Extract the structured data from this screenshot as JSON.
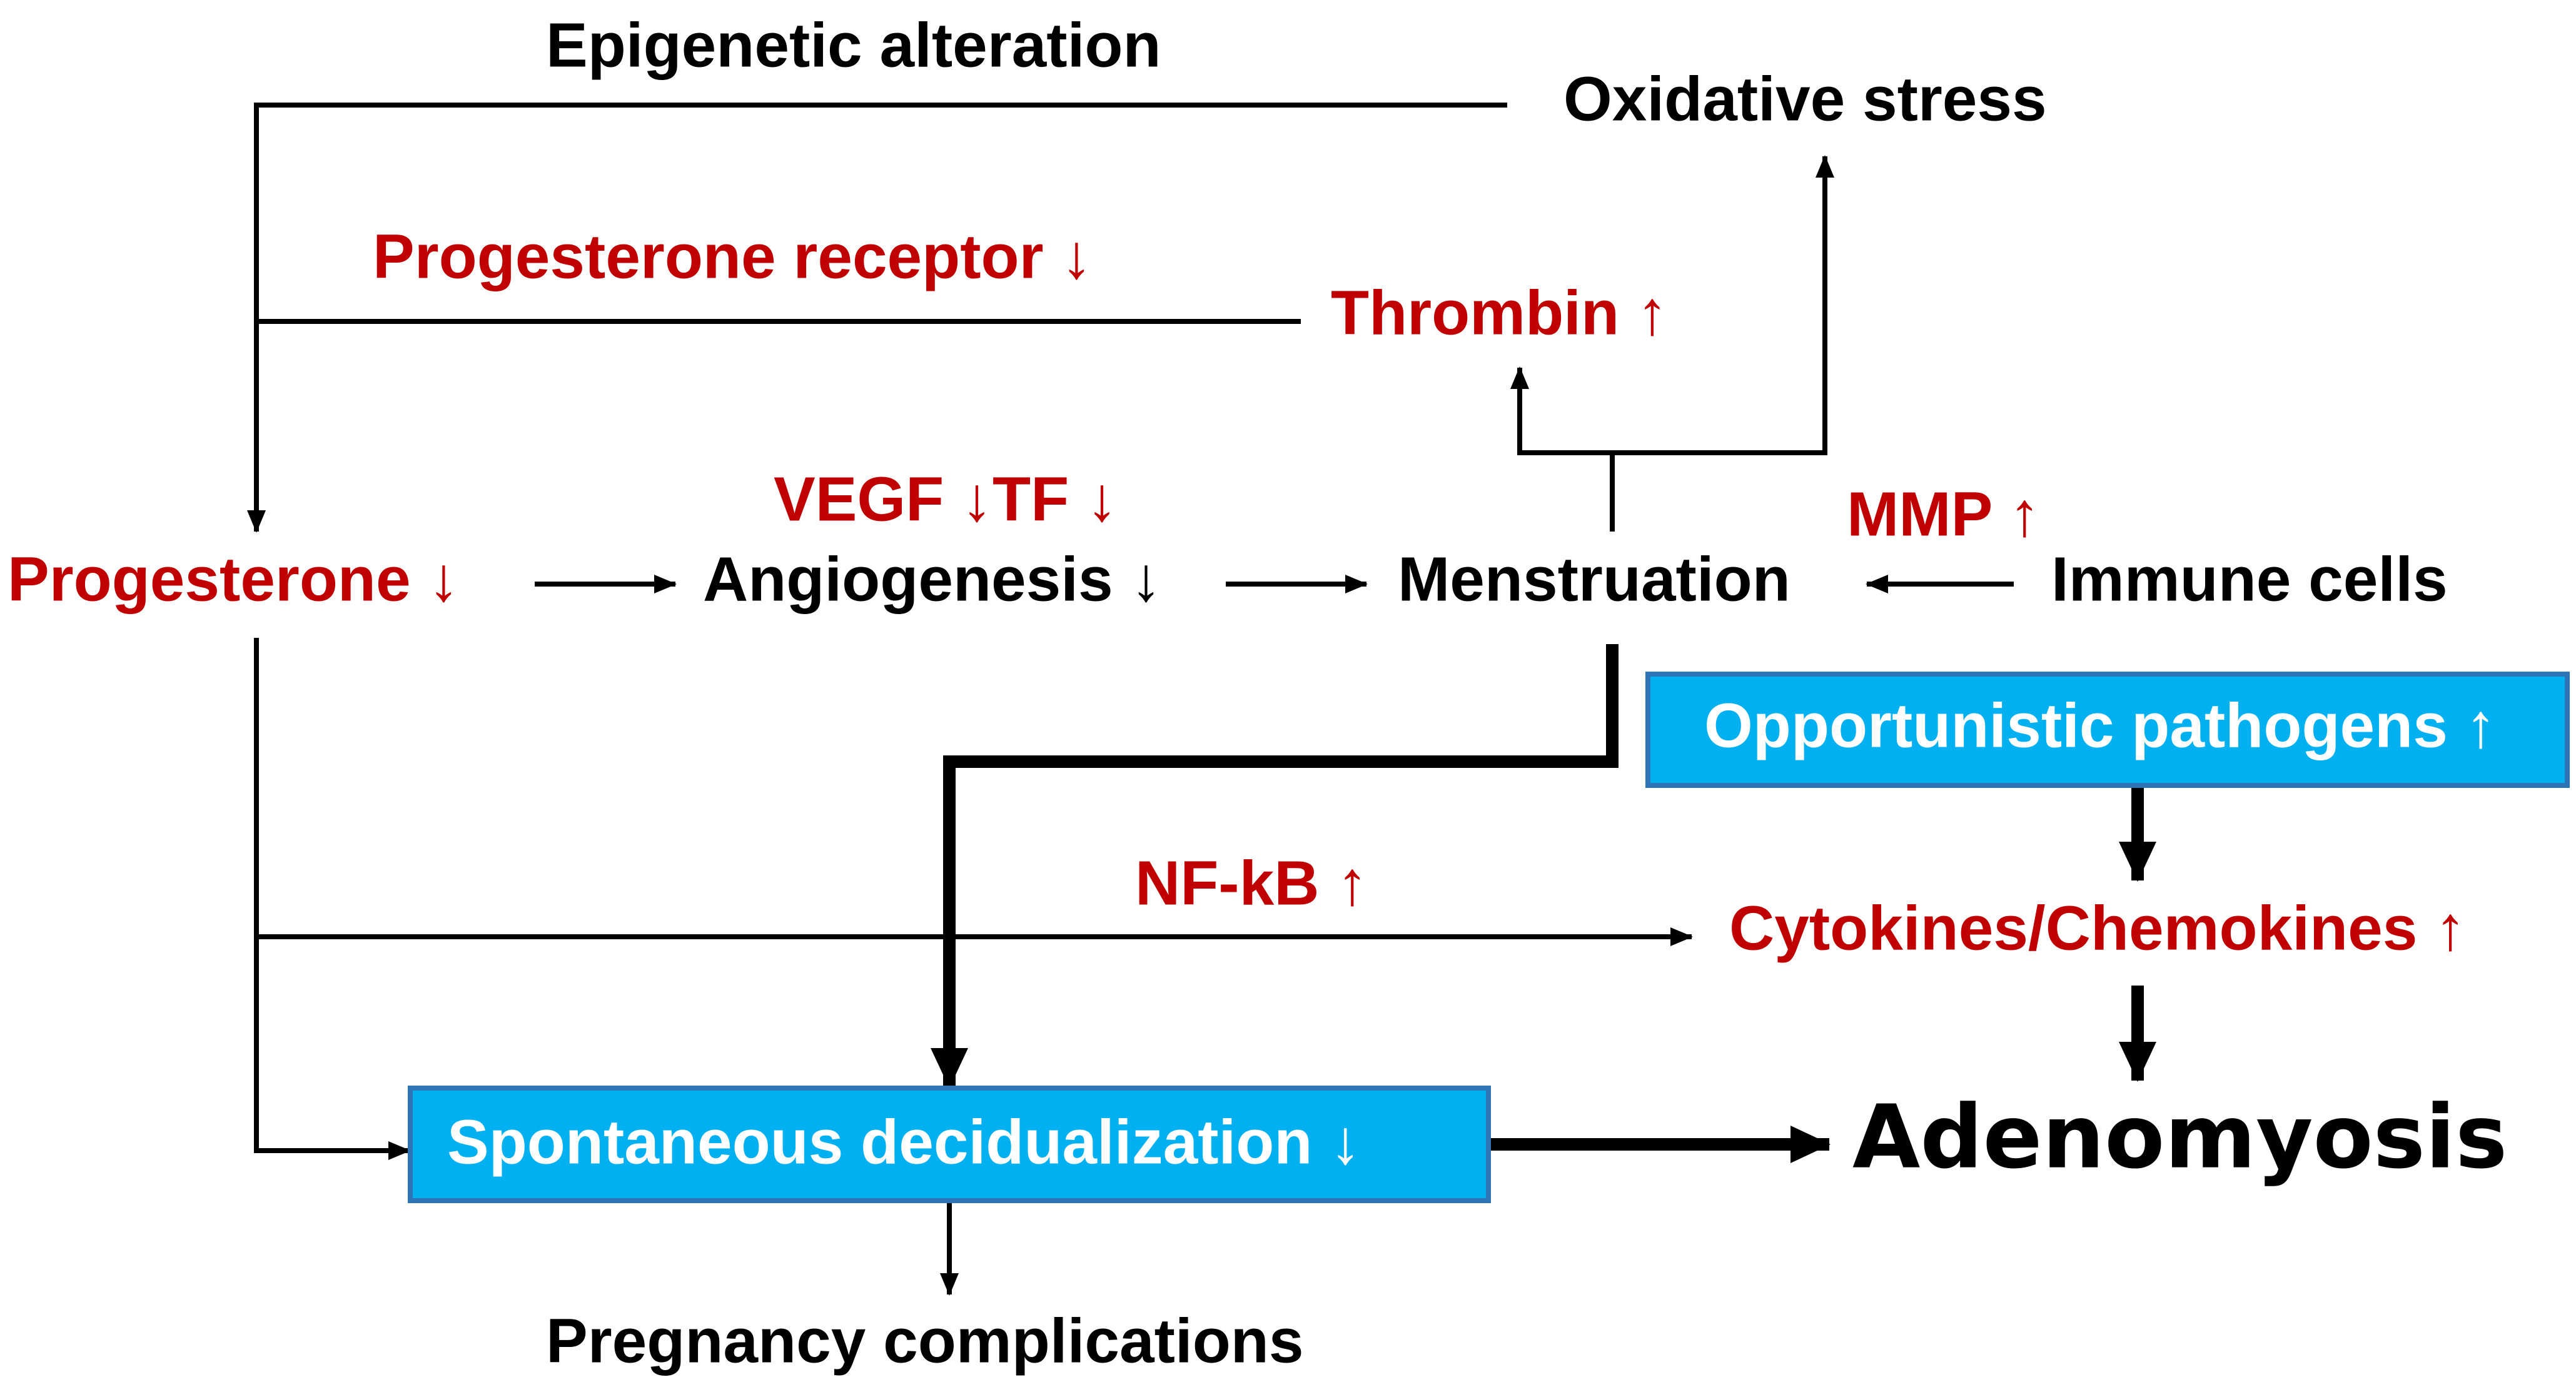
{
  "nodes": {
    "epigenetic": "Epigenetic alteration",
    "oxidative": "Oxidative stress",
    "pr_receptor": "Progesterone receptor ↓",
    "thrombin": "Thrombin ↑",
    "vegf_tf": "VEGF ↓TF ↓",
    "mmp": "MMP ↑",
    "progesterone": "Progesterone ↓",
    "angiogenesis": "Angiogenesis ↓",
    "menstruation": "Menstruation",
    "immune": "Immune cells",
    "pathogens": "Opportunistic pathogens ↑",
    "nfkb": "NF-kB ↑",
    "cytokines": "Cytokines/Chemokines ↑",
    "decidualization": "Spontaneous decidualization ↓",
    "adenomyosis": "Adenomyosis",
    "pregnancy": "Pregnancy complications"
  },
  "colors": {
    "black_text": "#000000",
    "red_text": "#C00000",
    "box_fill": "#00B0F0",
    "box_border": "#2E75B6",
    "box_text": "#FFFFFF"
  }
}
